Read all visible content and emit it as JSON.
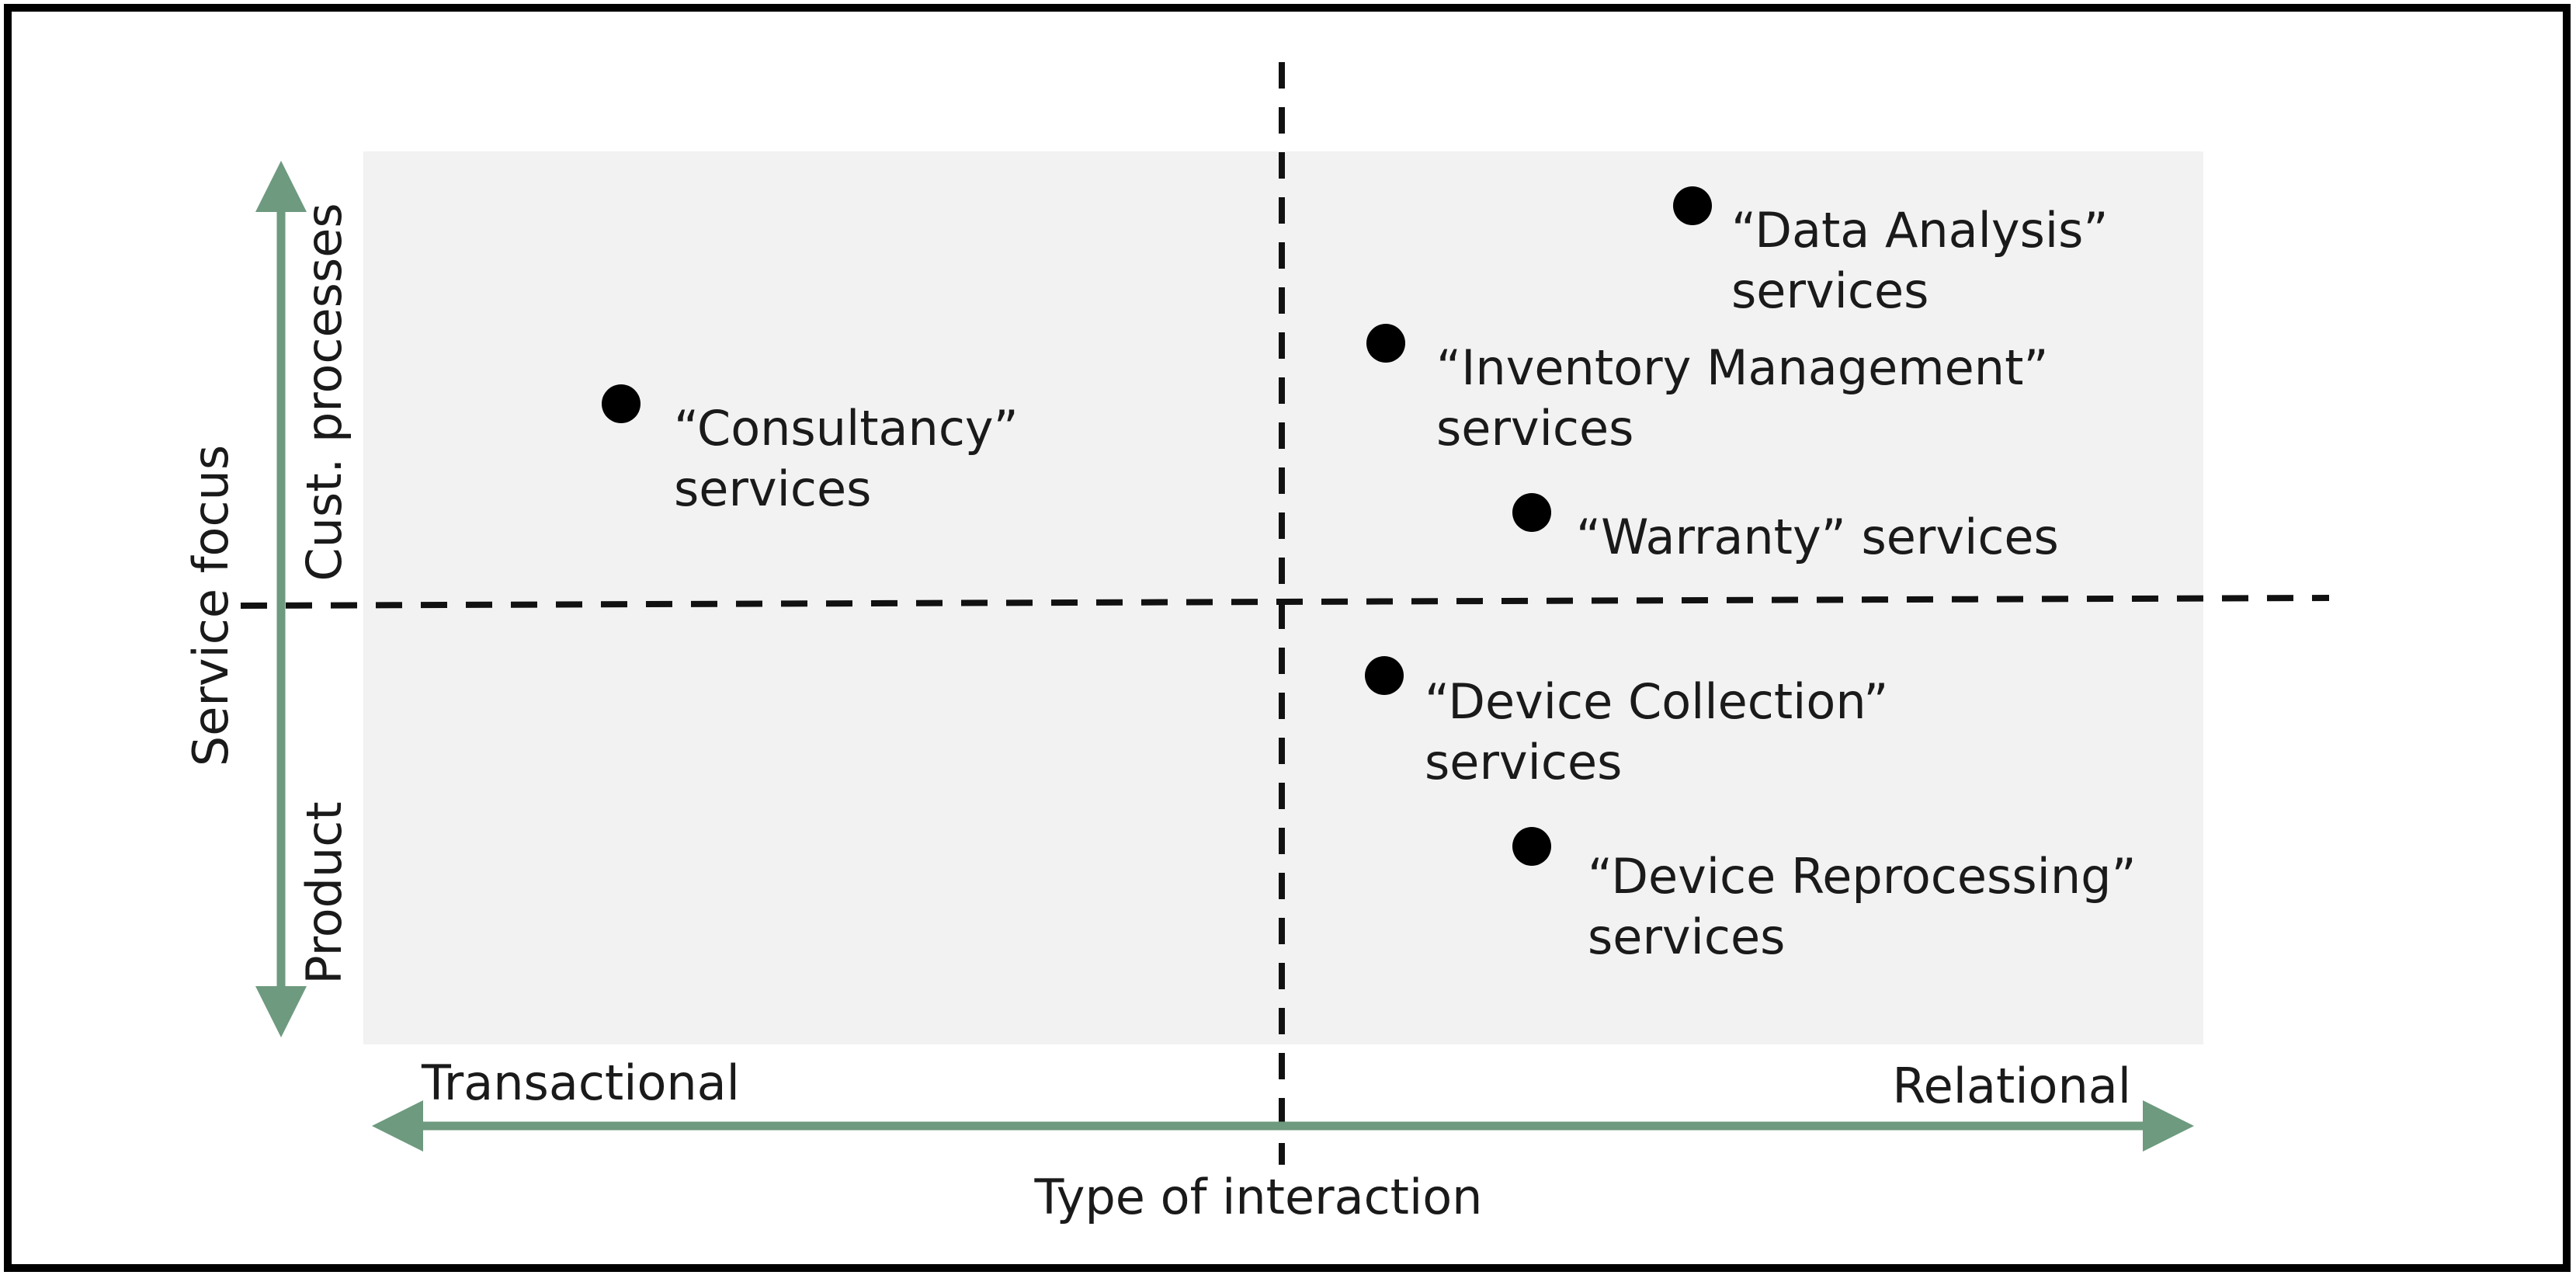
{
  "x_axis": {
    "title": "Type of interaction",
    "left_label": "Transactional",
    "right_label": "Relational"
  },
  "y_axis": {
    "title": "Service focus",
    "top_label": "Cust. processes",
    "bottom_label": "Product"
  },
  "points": [
    {
      "lines": [
        "“Consultancy”",
        "services"
      ],
      "quadrant": "transactional / customer processes"
    },
    {
      "lines": [
        "“Data Analysis”",
        "services"
      ],
      "quadrant": "relational / customer processes"
    },
    {
      "lines": [
        "“Inventory Management”",
        "services"
      ],
      "quadrant": "relational / customer processes"
    },
    {
      "lines": [
        "“Warranty” services"
      ],
      "quadrant": "relational / customer processes"
    },
    {
      "lines": [
        "“Device Collection”",
        "services"
      ],
      "quadrant": "relational / product"
    },
    {
      "lines": [
        "“Device Reprocessing”",
        "services"
      ],
      "quadrant": "relational / product"
    }
  ],
  "colors": {
    "frame": "#000000",
    "quadrant_fill": "#f2f2f2",
    "axis_arrow": "#6e9a7f",
    "divider": "#111111",
    "dot": "#000000",
    "text": "#1a1a1a"
  }
}
